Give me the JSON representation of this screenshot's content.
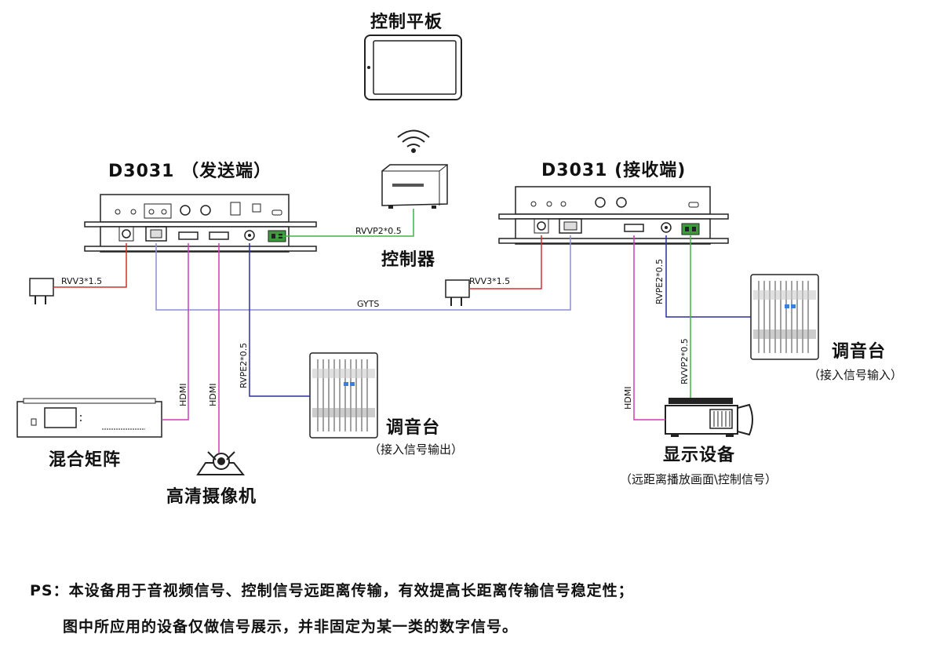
{
  "labels": {
    "tablet": "控制平板",
    "sender": "D3031 （发送端）",
    "receiver": "D3031 (接收端)",
    "controller": "控制器",
    "matrix": "混合矩阵",
    "camera": "高清摄像机",
    "mixer_out": "调音台",
    "mixer_out_sub": "（接入信号输出）",
    "mixer_in": "调音台",
    "mixer_in_sub": "（接入信号输入）",
    "display": "显示设备",
    "display_sub": "（远距离播放画面\\控制信号）"
  },
  "cables": {
    "rvvp_top": "RVVP2*0.5",
    "rvv_left": "RVV3*1.5",
    "rvv_right": "RVV3*1.5",
    "gyts": "GYTS",
    "hdmi_matrix": "HDMI",
    "hdmi_camera": "HDMI",
    "rvpe_left": "RVPE2*0.5",
    "rvpe_right": "RVPE2*0.5",
    "rvvp_right": "RVVP2*0.5",
    "hdmi_display": "HDMI"
  },
  "notes": {
    "line1": "PS：本设备用于音视频信号、控制信号远距离传输，有效提高长距离传输信号稳定性；",
    "line2": "图中所应用的设备仅做信号展示，并非固定为某一类的数字信号。"
  },
  "colors": {
    "power": "#d0312d",
    "fiber": "#8a8fd8",
    "hdmi": "#cc3fb8",
    "audio": "#2b2fa0",
    "control": "#3fb63f"
  }
}
